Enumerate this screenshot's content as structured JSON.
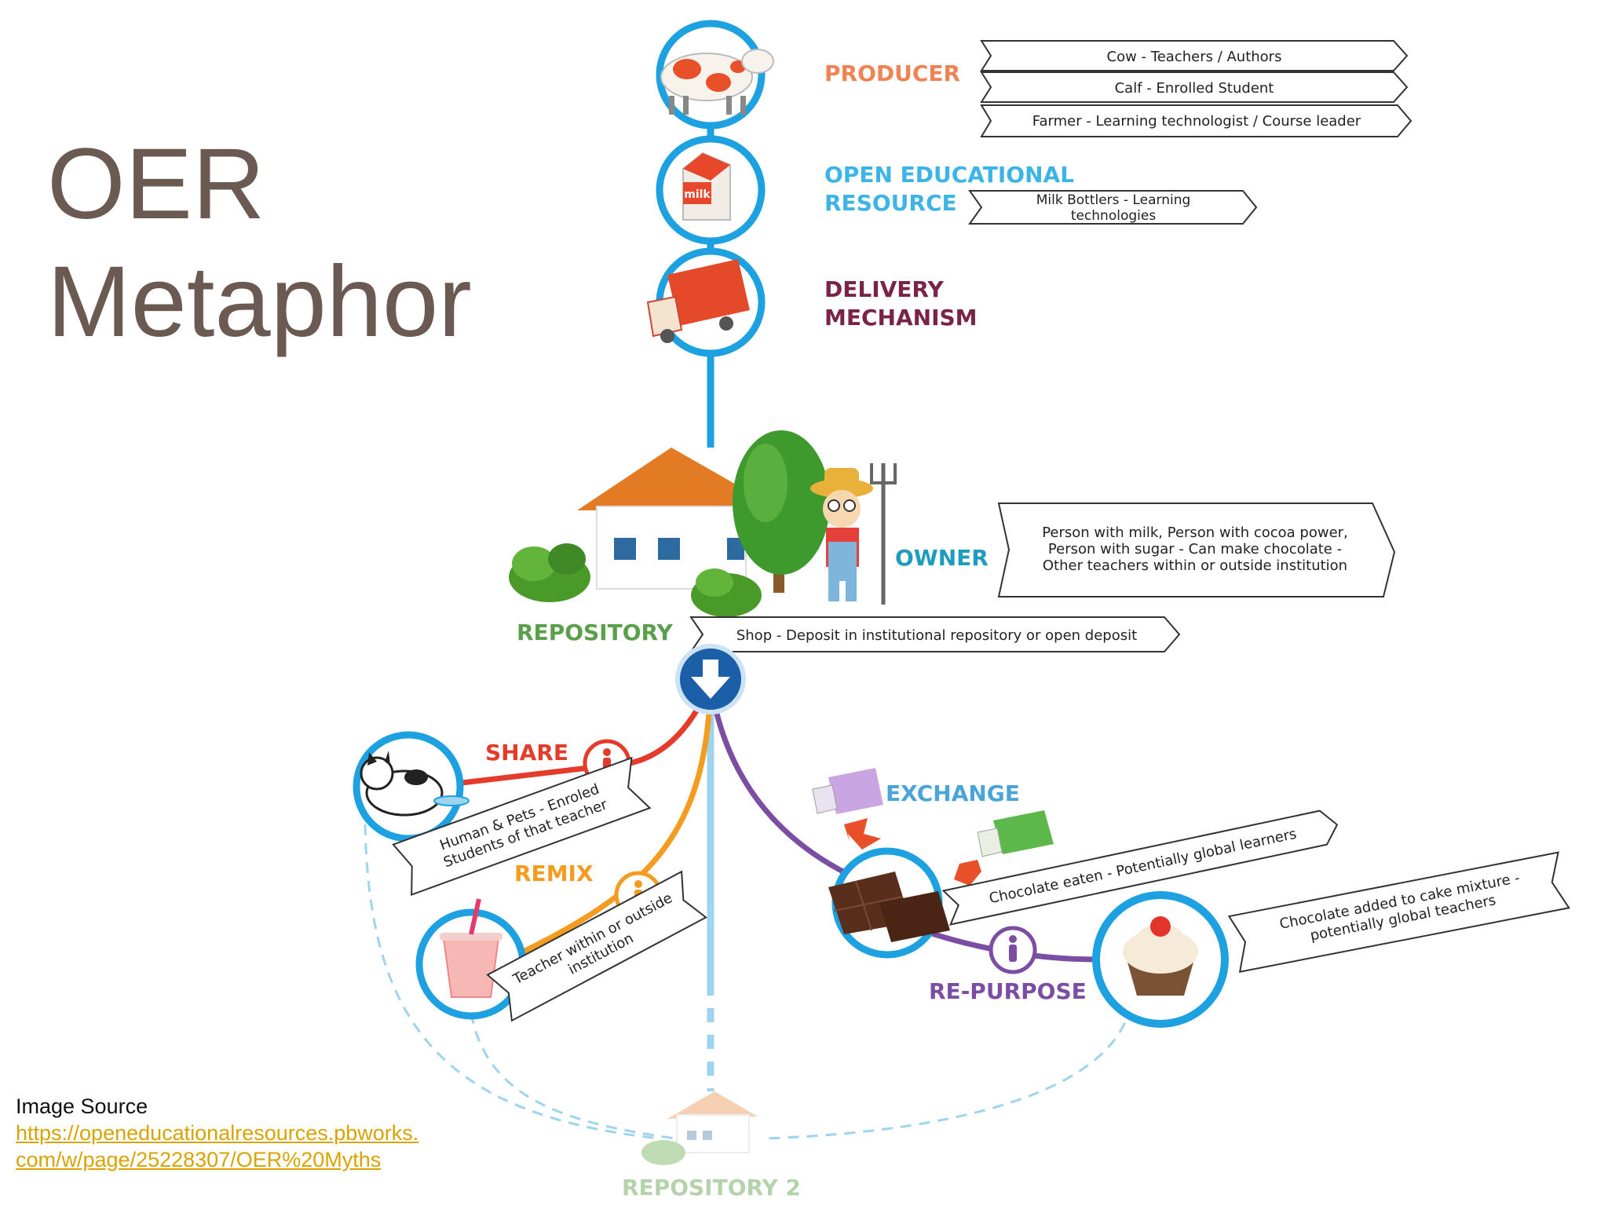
{
  "slide": {
    "title_line1": "OER",
    "title_line2": "Metaphor",
    "source_label": "Image Source",
    "source_url": "https://openeducationalresources.pbworks.com/w/page/25228307/OER%20Myths"
  },
  "diagram": {
    "producer": {
      "label": "PRODUCER",
      "items": [
        "Cow - Teachers / Authors",
        "Calf - Enrolled Student",
        "Farmer - Learning technologist / Course leader"
      ]
    },
    "oer": {
      "label_line1": "OPEN EDUCATIONAL",
      "label_line2": "RESOURCE",
      "item_line1": "Milk Bottlers - Learning",
      "item_line2": "technologies",
      "milk_text": "milk"
    },
    "delivery": {
      "label_line1": "DELIVERY",
      "label_line2": "MECHANISM"
    },
    "owner": {
      "label": "OWNER",
      "line1": "Person with milk, Person with cocoa power,",
      "line2": "Person with sugar - Can make chocolate -",
      "line3": "Other teachers within or outside institution"
    },
    "repository": {
      "label": "REPOSITORY",
      "desc": "Shop - Deposit in institutional repository or open deposit"
    },
    "share": {
      "label": "SHARE",
      "line1": "Human & Pets - Enroled",
      "line2": "Students of that teacher"
    },
    "remix": {
      "label": "REMIX",
      "line1": "Teacher within or outside",
      "line2": "institution"
    },
    "exchange": {
      "label": "EXCHANGE",
      "desc": "Chocolate eaten - Potentially global learners"
    },
    "repurpose": {
      "label": "RE-PURPOSE",
      "line1": "Chocolate added to cake mixture -",
      "line2": "potentially global teachers"
    },
    "repository2": {
      "label": "REPOSITORY 2"
    }
  },
  "colors": {
    "title": "#6b5a52",
    "spine": "#1da1e0",
    "producer": "#ef8354",
    "oer": "#3cb5e6",
    "delivery": "#7a2348",
    "owner": "#1e9bc0",
    "repository": "#5aa04a",
    "share": "#e43b2a",
    "remix": "#f39c1f",
    "exchange": "#4aa4d8",
    "repurpose": "#7b4ea3",
    "link": "#d9a300"
  }
}
